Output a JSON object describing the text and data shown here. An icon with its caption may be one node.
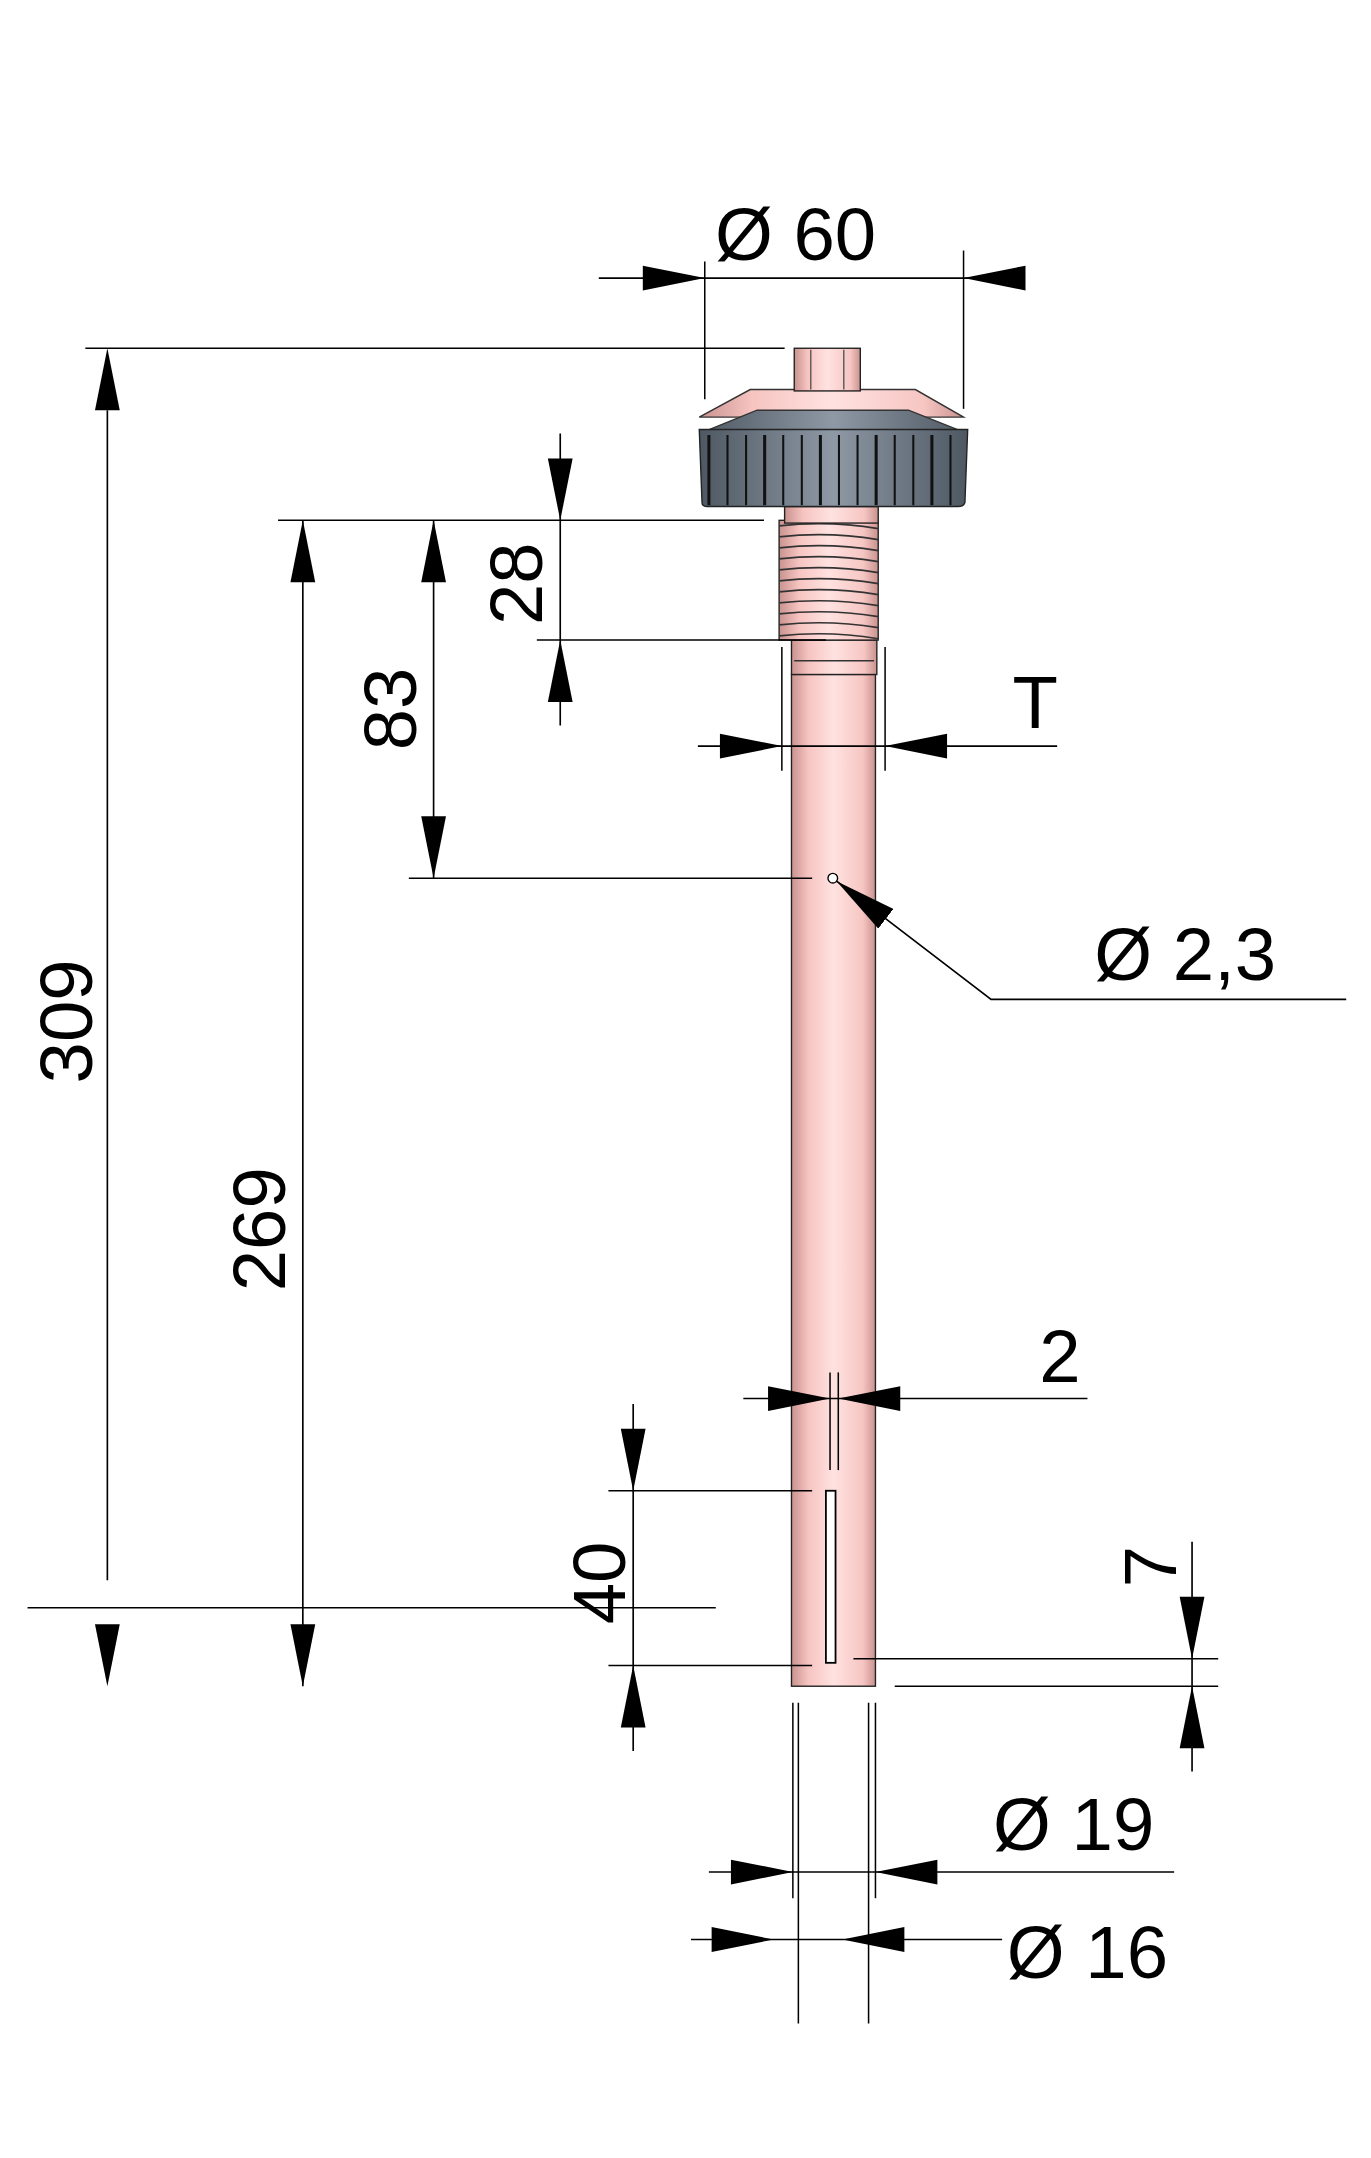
{
  "diagram": {
    "nodes": [
      {
        "text": [
          "Ø 2,3"
        ]
      },
      {
        "text": [],
        "shape": "circle"
      }
    ],
    "edges": [
      {
        "from": 0,
        "to": 1,
        "arrow": "to"
      }
    ],
    "labels": [
      "Ø 60",
      "28",
      "83",
      "T",
      "309",
      "269",
      "2",
      "40",
      "7",
      "Ø 19",
      "Ø 16"
    ]
  }
}
